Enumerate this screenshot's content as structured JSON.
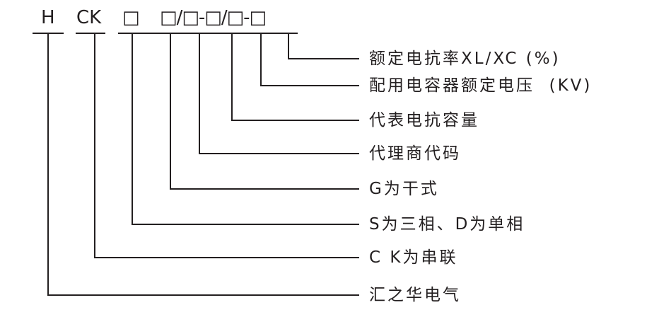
{
  "model_code": {
    "prefix": "H",
    "series": "CK",
    "segments": [
      "□",
      "□/□-□/□-□"
    ]
  },
  "legend": [
    {
      "id": "rated-reactance-rate",
      "label": "额定电抗率XL/XC (%)"
    },
    {
      "id": "capacitor-rated-voltage",
      "label": "配用电容器额定电压  (KV)"
    },
    {
      "id": "reactor-capacity",
      "label": "代表电抗容量"
    },
    {
      "id": "agent-code",
      "label": "代理商代码"
    },
    {
      "id": "dry-type",
      "label": "G为干式"
    },
    {
      "id": "phase-type",
      "label": "S为三相、D为单相"
    },
    {
      "id": "series-type",
      "label": "C K为串联"
    },
    {
      "id": "manufacturer",
      "label": "汇之华电气"
    }
  ],
  "colors": {
    "ink": "#231f20",
    "background": "#ffffff"
  }
}
